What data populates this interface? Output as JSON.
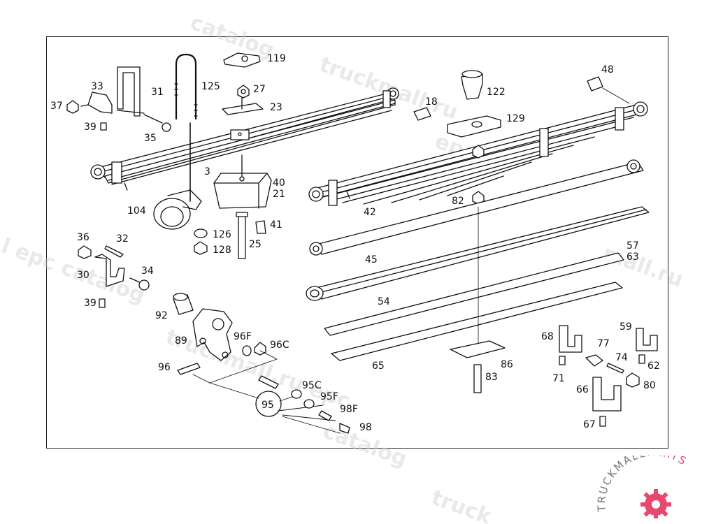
{
  "watermark": {
    "catalog": "catalog",
    "truckmall": "truckmall.ru",
    "epc": "epc",
    "epc_catalog": "epc catalog",
    "truckmall_epc": "truckmall.ru epc",
    "l_epc_catalog": "l epc catalog",
    "mall_ru": "mall.ru",
    "truck": "truck"
  },
  "logo": {
    "truckmall": "TRUCKMALL",
    "parts": "PARTS",
    "color": "#e8486e"
  },
  "labels": {
    "l119": "119",
    "l125": "125",
    "l27": "27",
    "l23": "23",
    "l33": "33",
    "l31": "31",
    "l37": "37",
    "l39a": "39",
    "l35": "35",
    "l3": "3",
    "l40": "40",
    "l21": "21",
    "l104": "104",
    "l41": "41",
    "l126": "126",
    "l128": "128",
    "l25": "25",
    "l36": "36",
    "l32": "32",
    "l30": "30",
    "l34": "34",
    "l39b": "39",
    "l92": "92",
    "l89": "89",
    "l96F": "96F",
    "l96C": "96C",
    "l96": "96",
    "l95C": "95C",
    "l95": "95",
    "l95F": "95F",
    "l98F": "98F",
    "l98": "98",
    "l18": "18",
    "l48": "48",
    "l122": "122",
    "l129": "129",
    "l42": "42",
    "l82": "82",
    "l45": "45",
    "l57": "57",
    "l63": "63",
    "l54": "54",
    "l65": "65",
    "l86": "86",
    "l83": "83",
    "l68": "68",
    "l77": "77",
    "l59": "59",
    "l74": "74",
    "l62": "62",
    "l71": "71",
    "l66": "66",
    "l80": "80",
    "l67": "67"
  }
}
